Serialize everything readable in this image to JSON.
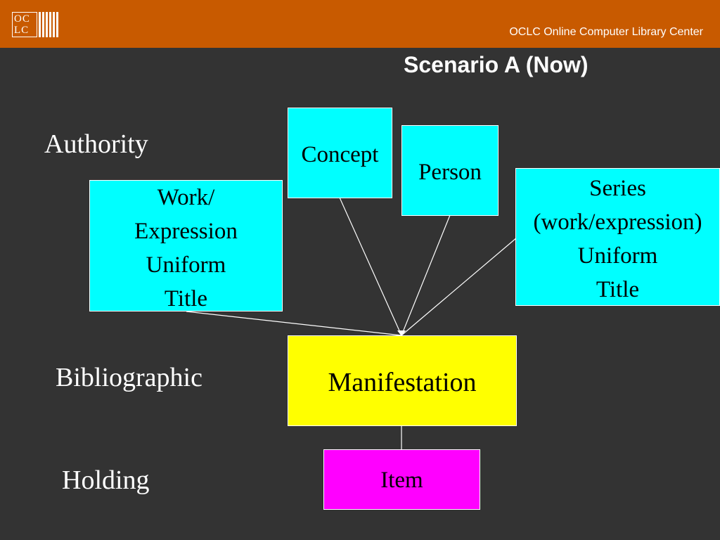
{
  "header": {
    "logo_text": "OCLC",
    "logo_line1": "OC",
    "logo_line2": "LC",
    "org_name": "OCLC Online Computer Library Center"
  },
  "title": "Scenario A (Now)",
  "tiers": {
    "authority": "Authority",
    "bibliographic": "Bibliographic",
    "holding": "Holding"
  },
  "nodes": {
    "concept": {
      "label": "Concept",
      "color": "#00FFFF"
    },
    "person": {
      "label": "Person",
      "color": "#00FFFF"
    },
    "work_expression": {
      "lines": [
        "Work/",
        "Expression",
        "Uniform",
        "Title"
      ],
      "color": "#00FFFF"
    },
    "series": {
      "lines": [
        "Series",
        "(work/expression)",
        "Uniform",
        "Title"
      ],
      "color": "#00FFFF"
    },
    "manifestation": {
      "label": "Manifestation",
      "color": "#FFFF00"
    },
    "item": {
      "label": "Item",
      "color": "#FF00FF"
    }
  },
  "edges": [
    {
      "from": "work_expression",
      "to": "manifestation"
    },
    {
      "from": "concept",
      "to": "manifestation"
    },
    {
      "from": "person",
      "to": "manifestation"
    },
    {
      "from": "series",
      "to": "manifestation"
    },
    {
      "from": "manifestation",
      "to": "item"
    }
  ],
  "colors": {
    "background": "#333333",
    "header": "#C85A00",
    "text": "#FFFFFF"
  }
}
